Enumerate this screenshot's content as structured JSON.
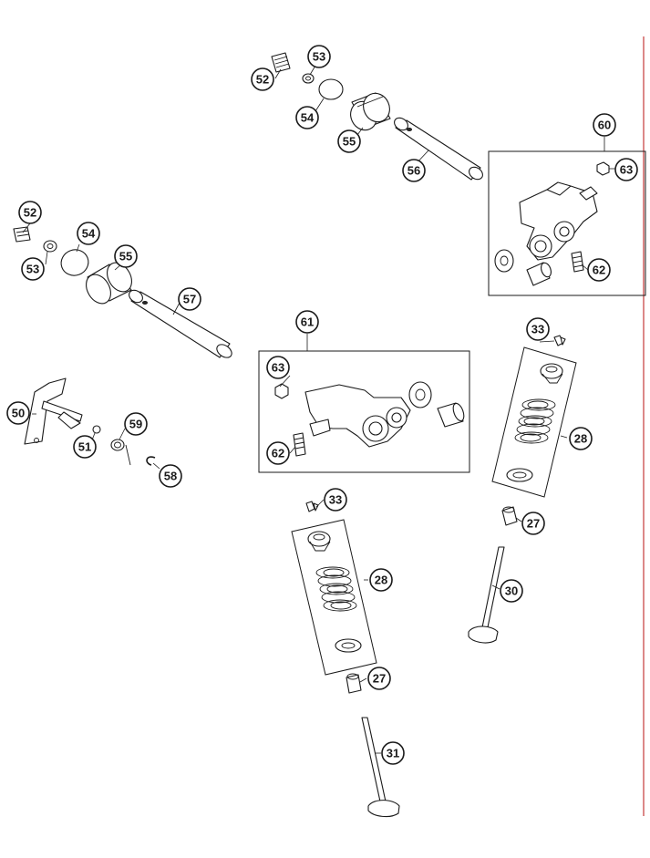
{
  "diagram": {
    "accent_color": "#c43a3a",
    "callouts": {
      "c50": "50",
      "c51": "51",
      "c52a": "52",
      "c52b": "52",
      "c53a": "53",
      "c53b": "53",
      "c54a": "54",
      "c54b": "54",
      "c55a": "55",
      "c55b": "55",
      "c56": "56",
      "c57": "57",
      "c58": "58",
      "c59": "59",
      "c60": "60",
      "c61": "61",
      "c62a": "62",
      "c62b": "62",
      "c63a": "63",
      "c63b": "63",
      "c27a": "27",
      "c27b": "27",
      "c28a": "28",
      "c28b": "28",
      "c30": "30",
      "c31": "31",
      "c33a": "33",
      "c33b": "33"
    }
  }
}
